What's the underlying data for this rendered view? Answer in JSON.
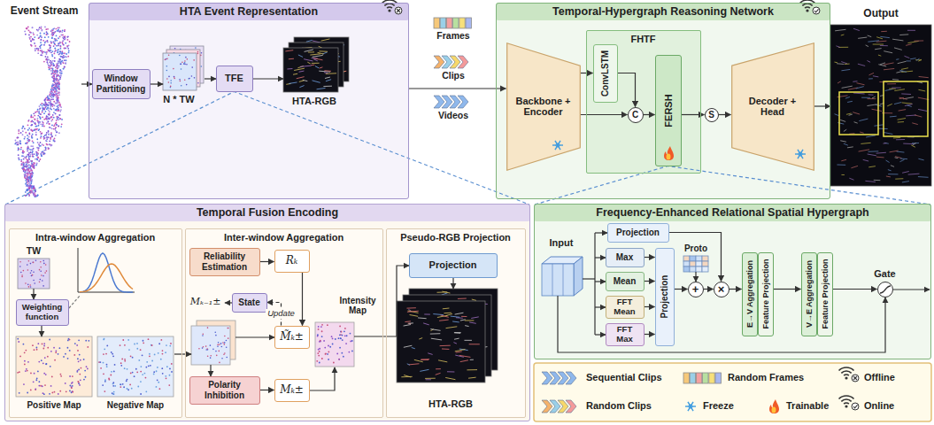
{
  "diagram": {
    "nodes": [
      {
        "text": [
          "HTA Event Representation"
        ]
      },
      {
        "text": [
          "Window Partitioning"
        ],
        "in": 0
      },
      {
        "text": [
          "TFE"
        ],
        "in": 0
      },
      {
        "text": [
          "Temporal-Hypergraph Reasoning Network"
        ]
      },
      {
        "text": [
          "Backbone + Encoder"
        ],
        "in": 3
      },
      {
        "text": [
          "FHTF"
        ],
        "in": 3
      },
      {
        "text": [
          "ConvLSTM"
        ],
        "in": 5
      },
      {
        "text": [
          "C"
        ],
        "in": 5
      },
      {
        "text": [
          "FERSH"
        ],
        "in": 5
      },
      {
        "text": [
          "S"
        ],
        "in": 3
      },
      {
        "text": [
          "Decoder + Head"
        ],
        "in": 3
      },
      {
        "text": [
          "Temporal Fusion Encoding"
        ]
      },
      {
        "text": [
          "Intra-window Aggregation"
        ],
        "in": 11
      },
      {
        "text": [
          "Weighting function"
        ],
        "in": 12
      },
      {
        "text": [
          "Inter-window Aggregation"
        ],
        "in": 11
      },
      {
        "text": [
          "Reliability Estimation"
        ],
        "in": 14
      },
      {
        "text": [
          "Rₖ"
        ],
        "in": 14
      },
      {
        "text": [
          "State"
        ],
        "in": 14
      },
      {
        "text": [
          "M̃ₖ±"
        ],
        "in": 14
      },
      {
        "text": [
          "Polarity Inhibition"
        ],
        "in": 14
      },
      {
        "text": [
          "Mₖ±"
        ],
        "in": 14
      },
      {
        "text": [
          "Pseudo-RGB Projection"
        ],
        "in": 11
      },
      {
        "text": [
          "Projection"
        ],
        "in": 21
      },
      {
        "text": [
          "Frequency-Enhanced Relational Spatial Hypergraph"
        ]
      },
      {
        "text": [
          "Projection"
        ],
        "in": 23
      },
      {
        "text": [
          "Max"
        ],
        "in": 23
      },
      {
        "text": [
          "Mean"
        ],
        "in": 23
      },
      {
        "text": [
          "FFT Mean"
        ],
        "in": 23
      },
      {
        "text": [
          "FFT Max"
        ],
        "in": 23
      },
      {
        "text": [
          "Projection"
        ],
        "in": 23
      },
      {
        "text": [
          "+"
        ],
        "in": 23
      },
      {
        "text": [
          "×"
        ],
        "in": 23
      },
      {
        "text": [
          "E→V Aggregation"
        ],
        "in": 23
      },
      {
        "text": [
          "Feature Projection"
        ],
        "in": 23
      },
      {
        "text": [
          "V→E Aggregation"
        ],
        "in": 23
      },
      {
        "text": [
          "Feature Projection"
        ],
        "in": 23
      },
      {
        "text": [
          "Gate"
        ],
        "in": 23
      }
    ],
    "edges": [
      {
        "from": 0,
        "to": 4,
        "arrow": "to"
      },
      {
        "from": 2,
        "to": 11,
        "arrow": "none"
      },
      {
        "from": 4,
        "to": 6,
        "arrow": "to"
      },
      {
        "from": 4,
        "to": 7,
        "arrow": "to"
      },
      {
        "from": 6,
        "to": 7,
        "arrow": "to"
      },
      {
        "from": 7,
        "to": 8,
        "arrow": "to"
      },
      {
        "from": 8,
        "to": 9,
        "arrow": "to"
      },
      {
        "from": 9,
        "to": 10,
        "arrow": "to"
      },
      {
        "from": 8,
        "to": 23,
        "arrow": "none"
      },
      {
        "from": 15,
        "to": 16,
        "arrow": "to"
      },
      {
        "from": 16,
        "to": 18,
        "arrow": "to"
      },
      {
        "from": 18,
        "to": 17,
        "label": "Update",
        "arrow": "to"
      },
      {
        "from": 19,
        "to": 20,
        "arrow": "to"
      },
      {
        "from": 25,
        "to": 29,
        "arrow": "to"
      },
      {
        "from": 26,
        "to": 29,
        "arrow": "to"
      },
      {
        "from": 27,
        "to": 29,
        "arrow": "to"
      },
      {
        "from": 28,
        "to": 29,
        "arrow": "to"
      },
      {
        "from": 29,
        "to": 30,
        "arrow": "to"
      },
      {
        "from": 30,
        "to": 31,
        "arrow": "to"
      },
      {
        "from": 24,
        "to": 31,
        "arrow": "to"
      },
      {
        "from": 31,
        "to": 32,
        "arrow": "to"
      },
      {
        "from": 33,
        "to": 34,
        "arrow": "to"
      },
      {
        "from": 35,
        "to": 36,
        "arrow": "to"
      }
    ],
    "labels": [
      "Event Stream",
      "N * TW",
      "HTA-RGB",
      "Frames",
      "Clips",
      "Videos",
      "Output",
      "TW",
      "Positive Map",
      "Negative Map",
      "Mₖ₋₁±",
      "Intensity Map",
      "HTA-RGB",
      "Input",
      "Proto"
    ],
    "legend": [
      {
        "text": "Sequential Clips"
      },
      {
        "text": "Random Frames"
      },
      {
        "text": "Offline"
      },
      {
        "text": "Random Clips"
      },
      {
        "text": "Freeze"
      },
      {
        "text": "Trainable"
      },
      {
        "text": "Online"
      }
    ]
  }
}
